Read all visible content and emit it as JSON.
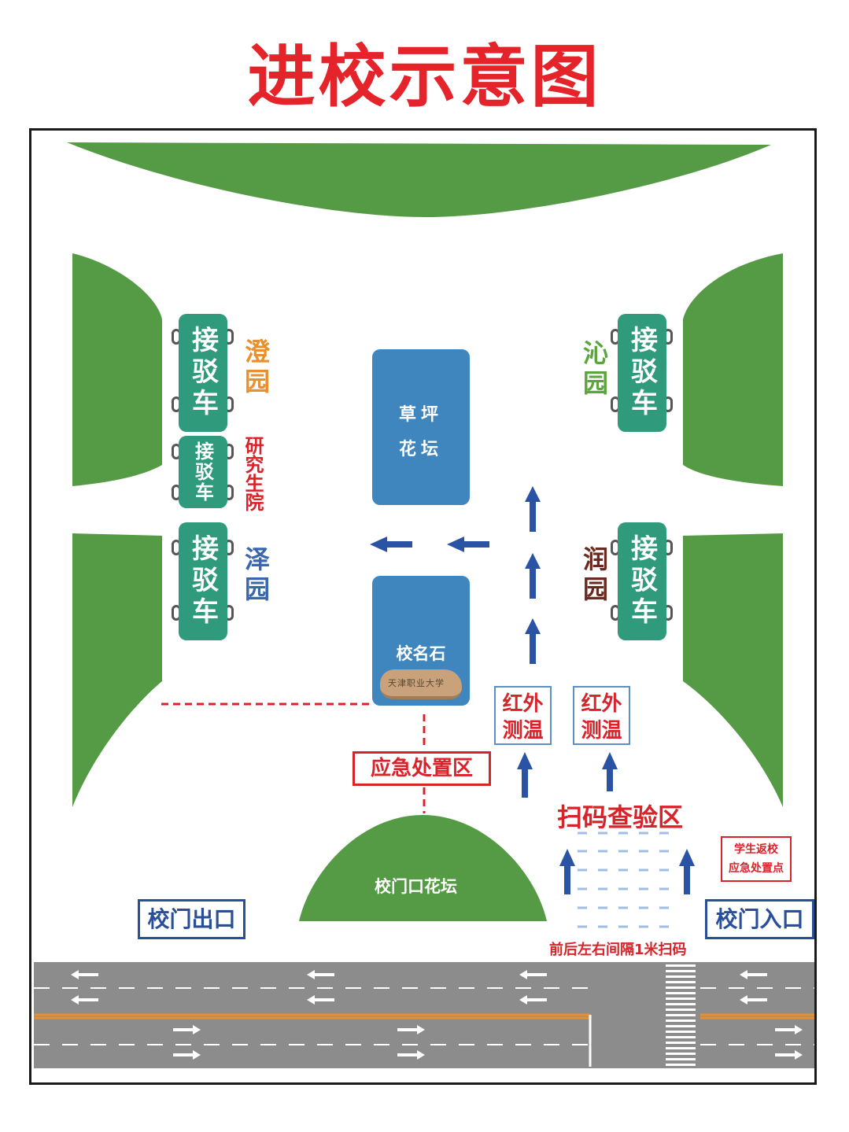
{
  "title": "进校示意图",
  "shuttles": {
    "label_full": "接驳车",
    "label_small": "接驳车"
  },
  "dorms": {
    "cheng": "澄园",
    "qin": "沁园",
    "yanjiu": "研究生院",
    "ze": "泽园",
    "run": "润园"
  },
  "lawn": {
    "line1": "草坪",
    "line2": "花坛"
  },
  "stone": {
    "label": "校名石",
    "inscription": "天津职业大学"
  },
  "thermo": {
    "line1": "红外",
    "line2": "测温"
  },
  "emergency_zone": "应急处置区",
  "scan_zone": "扫码查验区",
  "student_point": {
    "line1": "学生返校",
    "line2": "应急处置点"
  },
  "gate_bed": "校门口花坛",
  "gate_exit": "校门出口",
  "gate_entry": "校门入口",
  "spacing_note": "前后左右间隔1米扫码",
  "colors": {
    "green": "#559b45",
    "shuttle": "#2f9a7c",
    "blue_box": "#3f86bf",
    "arrow_blue": "#2a52a5",
    "red": "#d8232a",
    "road": "#8c8c8c",
    "orange": "#e8902e",
    "qin_green": "#5aa53c",
    "yan_red": "#d8232a",
    "ze_blue": "#3a66ad",
    "run_brown": "#6a2a1f"
  }
}
